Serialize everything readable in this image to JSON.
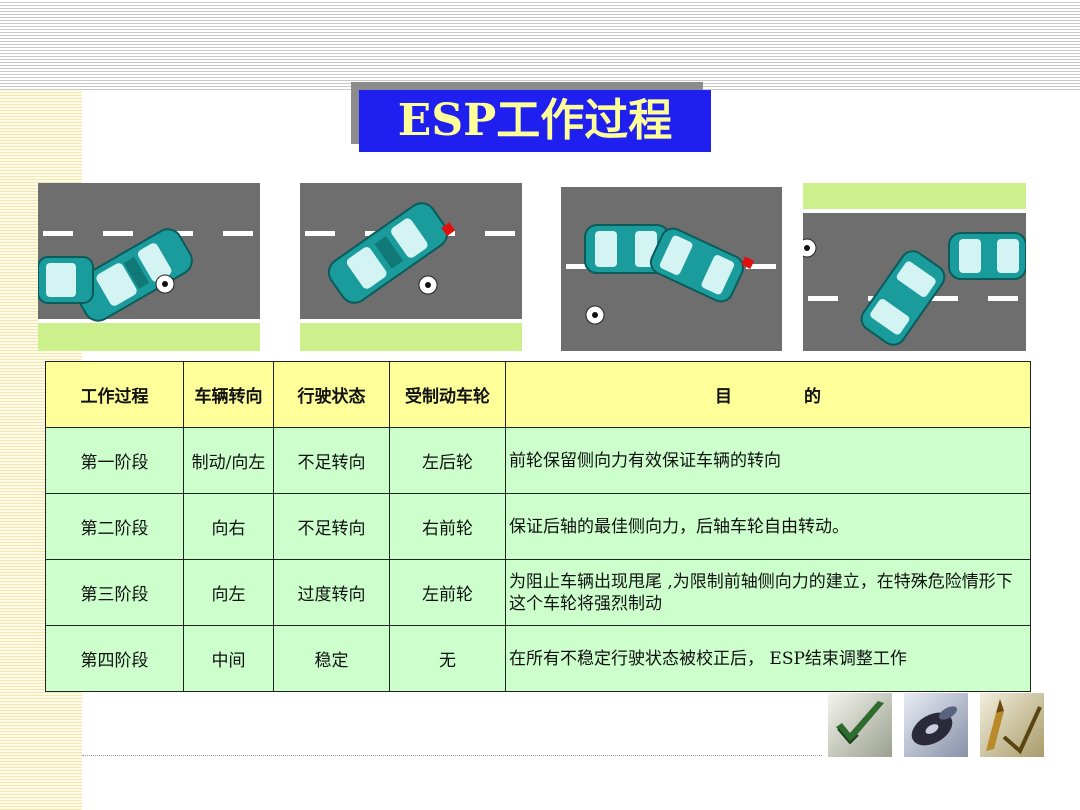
{
  "title": "ESP工作过程",
  "table": {
    "headers": [
      "工作过程",
      "车辆转向",
      "行驶状态",
      "受制动车轮"
    ],
    "purpose_header": [
      "目",
      "的"
    ],
    "rows": [
      {
        "stage": "第一阶段",
        "steer": "制动/向左",
        "state": "不足转向",
        "wheel": "左后轮",
        "purpose": "前轮保留侧向力有效保证车辆的转向"
      },
      {
        "stage": "第二阶段",
        "steer": "向右",
        "state": "不足转向",
        "wheel": "右前轮",
        "purpose": "保证后轴的最佳侧向力，后轴车轮自由转动。"
      },
      {
        "stage": "第三阶段",
        "steer": "向左",
        "state": "过度转向",
        "wheel": "左前轮",
        "purpose": "为阻止车辆出现甩尾 ,为限制前轴侧向力的建立，在特殊危险情形下这个车轮将强烈制动"
      },
      {
        "stage": "第四阶段",
        "steer": "中间",
        "state": "稳定",
        "wheel": "无",
        "purpose": "在所有不稳定行驶状态被校正后， ESP结束调整工作"
      }
    ]
  },
  "colors": {
    "title_bg": "#1f1ff0",
    "title_text": "#ffff99",
    "header_bg": "#ffff99",
    "row_bg": "#ccffcc",
    "road": "#6e6e6e",
    "grass": "#ccf08c",
    "car": "#1a9c9c",
    "brake_marker": "#e01010"
  }
}
